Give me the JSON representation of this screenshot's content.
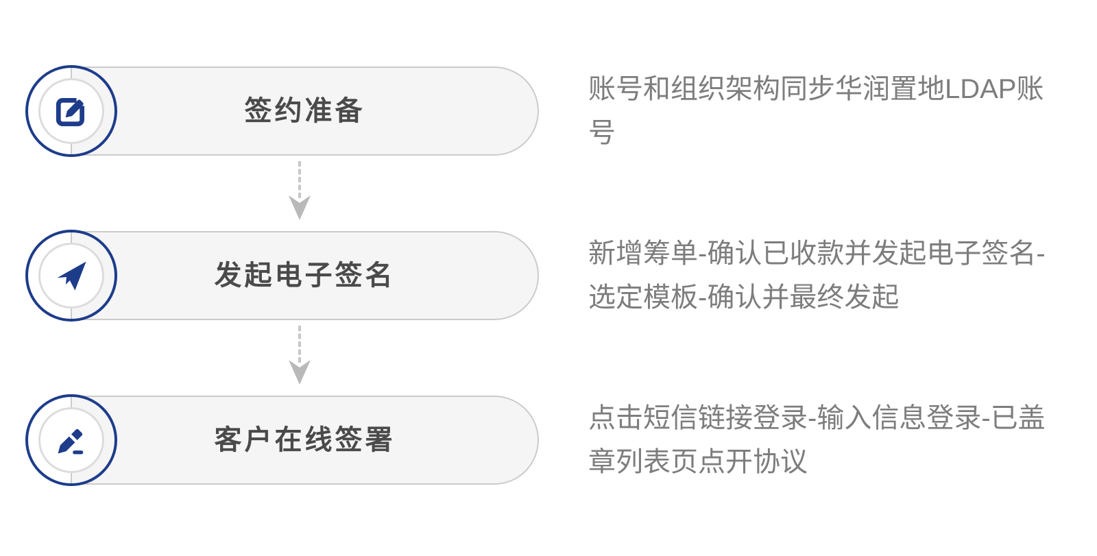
{
  "diagram": {
    "title_semantic": "electronic-signature-process-flow",
    "steps": [
      {
        "title": "签约准备",
        "description": "账号和组织架构同步华润置地LDAP账号",
        "icon": "edit-square-icon"
      },
      {
        "title": "发起电子签名",
        "description": "新增筹单-确认已收款并发起电子签名-选定模板-确认并最终发起",
        "icon": "paper-plane-icon"
      },
      {
        "title": "客户在线签署",
        "description": "点击短信链接登录-输入信息登录-已盖章列表页点开协议",
        "icon": "pen-signature-icon"
      }
    ],
    "connectors": [
      {
        "type": "dashed-arrow-down"
      },
      {
        "type": "dashed-arrow-down"
      }
    ],
    "colors": {
      "accent_blue": "#1d3c8a",
      "pill_background": "#f5f5f6",
      "pill_border": "#cbcbcb",
      "inner_ring_gray": "#dcdcdc",
      "title_text": "#4a4a4a",
      "description_text": "#7d7d7d",
      "arrow_gray": "#b9b9b9"
    }
  }
}
